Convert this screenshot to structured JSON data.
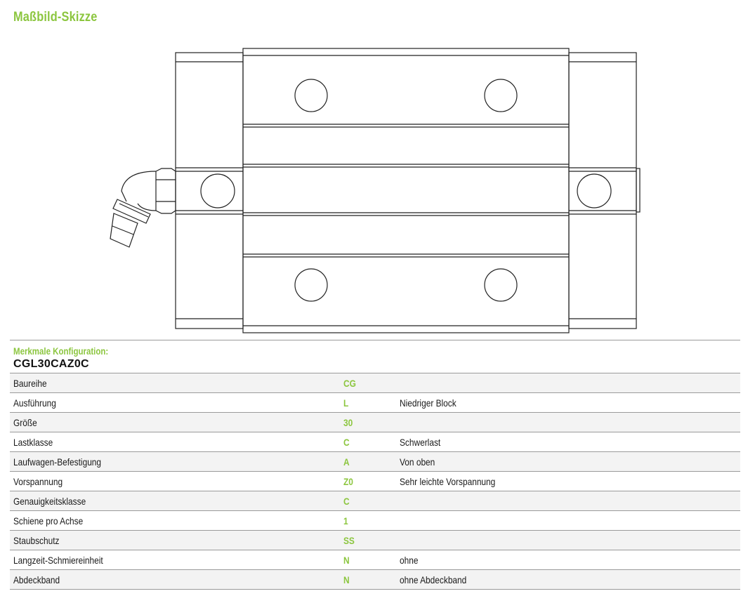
{
  "section_title": "Maßbild-Skizze",
  "config": {
    "subtitle": "Merkmale Konfiguration:",
    "code": "CGL30CAZ0C",
    "rows": [
      {
        "label": "Baureihe",
        "code": "CG",
        "description": ""
      },
      {
        "label": "Ausführung",
        "code": "L",
        "description": "Niedriger Block"
      },
      {
        "label": "Größe",
        "code": "30",
        "description": ""
      },
      {
        "label": "Lastklasse",
        "code": "C",
        "description": "Schwerlast"
      },
      {
        "label": "Laufwagen-Befestigung",
        "code": "A",
        "description": "Von oben"
      },
      {
        "label": "Vorspannung",
        "code": "Z0",
        "description": "Sehr leichte Vorspannung"
      },
      {
        "label": "Genauigkeitsklasse",
        "code": "C",
        "description": ""
      },
      {
        "label": "Schiene pro Achse",
        "code": "1",
        "description": ""
      },
      {
        "label": "Staubschutz",
        "code": "SS",
        "description": ""
      },
      {
        "label": "Langzeit-Schmiereinheit",
        "code": "N",
        "description": "ohne"
      },
      {
        "label": "Abdeckband",
        "code": "N",
        "description": "ohne Abdeckband"
      }
    ]
  },
  "colors": {
    "accent": "#8cc63f",
    "line": "#222222",
    "row_alt": "#f3f3f3"
  }
}
